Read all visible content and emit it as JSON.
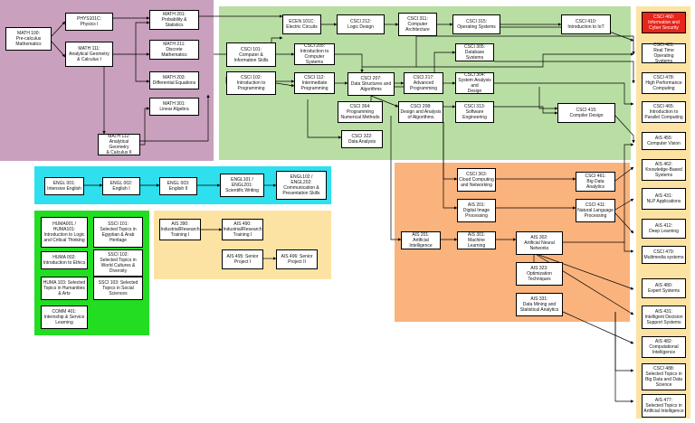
{
  "colors": {
    "math_region": "#c9a0bd",
    "cs_region": "#b9dea4",
    "english_region": "#2ee0ee",
    "humanities_region": "#22dd22",
    "ais_region": "#fde3a3",
    "ai_region": "#fab37c",
    "electives_region": "#fde3a3",
    "highlight_node": "#e8251b"
  },
  "nodes": {
    "math100": [
      "MATH 100:",
      "Pre-calculus",
      "Mathematics"
    ],
    "phys101c": [
      "PHYS101C:",
      "Physics I"
    ],
    "math111": [
      "MATH 111:",
      "Analytical Geometry",
      "& Calculus I"
    ],
    "math201": [
      "MATH 201:",
      "Probability &",
      "Statistics"
    ],
    "math211": [
      "MATH 211:",
      "Discrete",
      "Mathematics"
    ],
    "math203": [
      "MATH 203:",
      "Differential Equations"
    ],
    "math301": [
      "MATH 301:",
      "Linear Algebra"
    ],
    "math112": [
      "MATH 112:",
      "Analytical Geometry",
      "& Calculus II"
    ],
    "ecen101c": [
      "ECEN 101C:",
      "Electric Circuits"
    ],
    "csci212": [
      "CSCI 212:",
      "Logic Design"
    ],
    "csci311": [
      "CSCI 311:",
      "Computer",
      "Architecture"
    ],
    "csci315": [
      "CSCI 315:",
      "Operating Systems"
    ],
    "csci410": [
      "CSCI 410:",
      "Introduction to IoT"
    ],
    "csci460": [
      "CSCI 460:",
      "Information and",
      "Cyber Security"
    ],
    "csci101": [
      "CSCI 101:",
      "Computer &",
      "Information Skills"
    ],
    "csci205": [
      "CSCI 205:",
      "Introduction to",
      "Computer Systems"
    ],
    "csci305": [
      "CSCI 305:",
      "Database Systems"
    ],
    "csci481": [
      "CSCI 481:",
      "Real Time Operating",
      "Systems"
    ],
    "csci478": [
      "CSCI 478:",
      "High Performance",
      "Computing"
    ],
    "csci102": [
      "CSCI 102:",
      "Introduction to",
      "Programming"
    ],
    "csci112": [
      "CSCI 112:",
      "Intermediate",
      "Programming"
    ],
    "csci207": [
      "CSCI 207:",
      "Data Structures and",
      "Algorithms"
    ],
    "csci217": [
      "CSCI 217:",
      "Advanced",
      "Programming"
    ],
    "csci304": [
      "CSCI 304:",
      "System Analysis and",
      "Design"
    ],
    "csci465": [
      "CSCI 465:",
      "Introduction to",
      "Parallel Computing"
    ],
    "csci364": [
      "CSCI 364:",
      "Programming",
      "Numerical Methods"
    ],
    "csci208": [
      "CSCI 208:",
      "Design and Analysis",
      "of Algorithms"
    ],
    "csci313": [
      "CSCI 313:",
      "Software",
      "Engineering"
    ],
    "csci415": [
      "CSCI 415:",
      "Compiler Design"
    ],
    "csci322": [
      "CSCI 322:",
      "Data Analysis"
    ],
    "ais455": [
      "AIS 455:",
      "Computer Vision"
    ],
    "ais462": [
      "AIS 462:",
      "Knowledge-Based",
      "Systems"
    ],
    "engl001": [
      "ENGL 001:",
      "Intensive English"
    ],
    "engl002": [
      "ENGL 002:",
      "English I"
    ],
    "engl003": [
      "ENGL 003:",
      "English II"
    ],
    "engl101": [
      "ENGL101 /",
      "ENGL201:",
      "Scientific Writing"
    ],
    "engl102": [
      "ENGL102 /",
      "ENGL202:",
      "Communication &",
      "Presentation Skills"
    ],
    "csci363": [
      "CSCI 363:",
      "Cloud Computing",
      "and Networking"
    ],
    "csci461": [
      "CSCI 461:",
      "Big Data Analytics"
    ],
    "ais431": [
      "AIS 431:",
      "NLP Applications"
    ],
    "ais201": [
      "AIS 201:",
      "Digital Image",
      "Processing"
    ],
    "csci411": [
      "CSCI 411:",
      "Natural Language",
      "Processing"
    ],
    "ais412": [
      "AIS 412:",
      "Deep Learning"
    ],
    "huma001": [
      "HUMA001 /",
      "HUMA101:",
      "Introduction to Logic",
      "and Critical Thinking"
    ],
    "ssci101": [
      "SSCI 101:",
      "Selected Topics in",
      "Egyptian & Arab",
      "Heritage"
    ],
    "ais390": [
      "AIS 390:",
      "Industrial/Research",
      "Training I"
    ],
    "ais490": [
      "AIS 490:",
      "Industrial/Research",
      "Training I"
    ],
    "huma002": [
      "HUMA 002:",
      "Introduction to Ethics"
    ],
    "ssci102": [
      "SSCI 102:",
      "Selected Topics in",
      "World Cultures &",
      "Diversity"
    ],
    "ais201b": [
      "AIS 201:",
      "Artificial Intelligence"
    ],
    "ais301": [
      "AIS 301:",
      "Machine Learning"
    ],
    "ais302": [
      "AIS 302:",
      "Artificial Neural",
      "Networks"
    ],
    "csci479": [
      "CSCI 479:",
      "Multimedia systems"
    ],
    "ais495": [
      "AIS 495: Senior",
      "Project I"
    ],
    "ais496": [
      "AIS 496: Senior",
      "Project II"
    ],
    "huma103": [
      "HUMA 103: Selected",
      "Topics in Humanities",
      "& Arts"
    ],
    "ssci103": [
      "SSCI 103: Selected",
      "Topics in Social",
      "Sciences"
    ],
    "ais323": [
      "AIS 323:",
      "Optimization",
      "Techniques"
    ],
    "ais480": [
      "AIS 480:",
      "Expert Systems"
    ],
    "comm401": [
      "COMM 401:",
      "Internship & Service",
      "Learning"
    ],
    "ais331": [
      "AIS 331:",
      "Data Mining and",
      "Statistical Analytics"
    ],
    "ais431b": [
      "AIS 431:",
      "Intelligent Decision",
      "Support Systems"
    ],
    "ais482": [
      "AIS 482:",
      "Computational",
      "Intelligence"
    ],
    "csci488": [
      "CSCI 488:",
      "Selected Topics in",
      "Big Data and Data",
      "Science"
    ],
    "ais477": [
      "AIS 477:",
      "Selected Topics in",
      "Artificial Intelligence"
    ]
  }
}
